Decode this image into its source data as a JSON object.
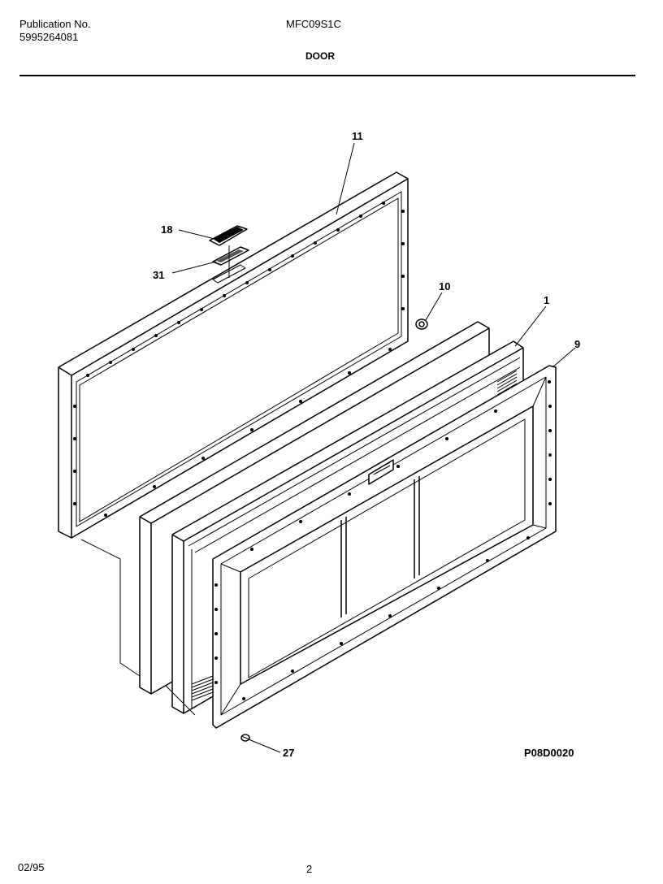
{
  "header": {
    "publication_label": "Publication No.",
    "publication_number": "5995264081",
    "model": "MFC09S1C",
    "section_title": "DOOR"
  },
  "callouts": {
    "p11": "11",
    "p18": "18",
    "p31": "31",
    "p10": "10",
    "p1": "1",
    "p9": "9",
    "p27": "27"
  },
  "drawing_code": "P08D0020",
  "footer": {
    "date": "02/95",
    "page": "2"
  }
}
